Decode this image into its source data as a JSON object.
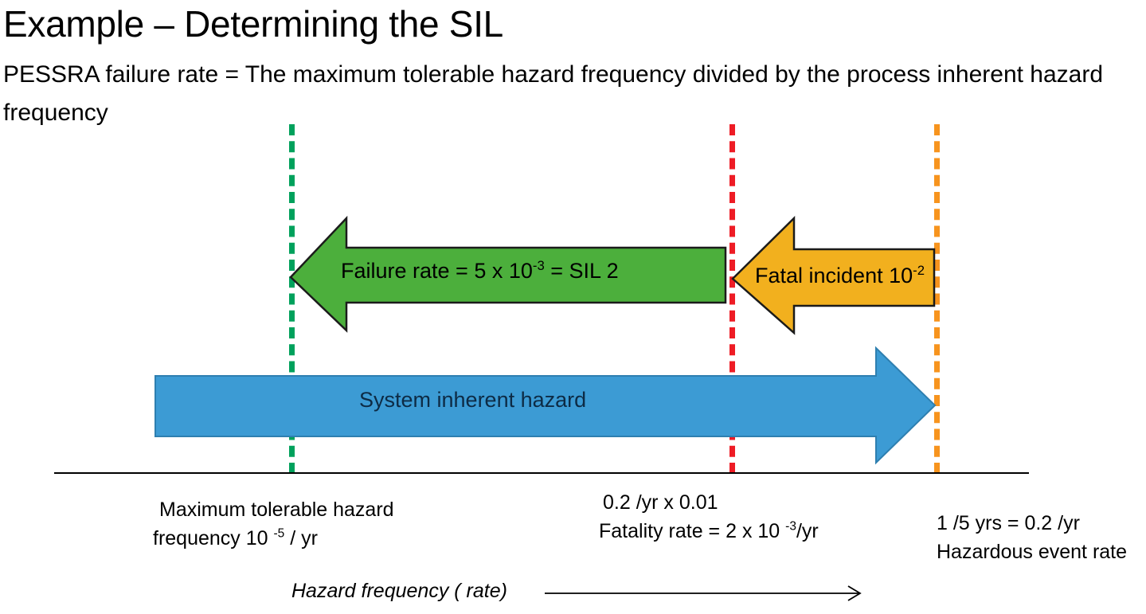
{
  "slide": {
    "title": "Example – Determining the SIL",
    "subtitle": "PESSRA failure rate  = The maximum tolerable hazard frequency divided by the process inherent hazard frequency"
  },
  "arrows": {
    "failure_rate": {
      "label_prefix": "Failure rate  = 5 x 10",
      "label_exponent": "-3",
      "label_suffix": " = SIL 2",
      "color": "#4CAF3C",
      "direction": "left"
    },
    "fatal_incident": {
      "label_prefix": "Fatal incident  10",
      "label_exponent": "-2",
      "label_suffix": "",
      "color": "#F2B01E",
      "direction": "left"
    },
    "system_hazard": {
      "label": "System inherent hazard",
      "color": "#3C9BD4",
      "direction": "right"
    }
  },
  "guides": {
    "max_tolerable": "#00A15C",
    "fatality_rate": "#EE1C25",
    "hazardous_event": "#F7941E"
  },
  "annotations": {
    "left": {
      "line1": "Maximum tolerable hazard",
      "line2_prefix": "frequency  10 ",
      "line2_exponent": "-5",
      "line2_suffix": " / yr"
    },
    "middle": {
      "line1": "0.2 /yr x 0.01",
      "line2_prefix": "Fatality rate = 2 x 10 ",
      "line2_exponent": "-3",
      "line2_suffix": "/yr"
    },
    "right": {
      "line1": "1 /5 yrs = 0.2 /yr",
      "line2": "Hazardous event rate"
    }
  },
  "caption": {
    "text": "Hazard frequency  ( rate)"
  }
}
